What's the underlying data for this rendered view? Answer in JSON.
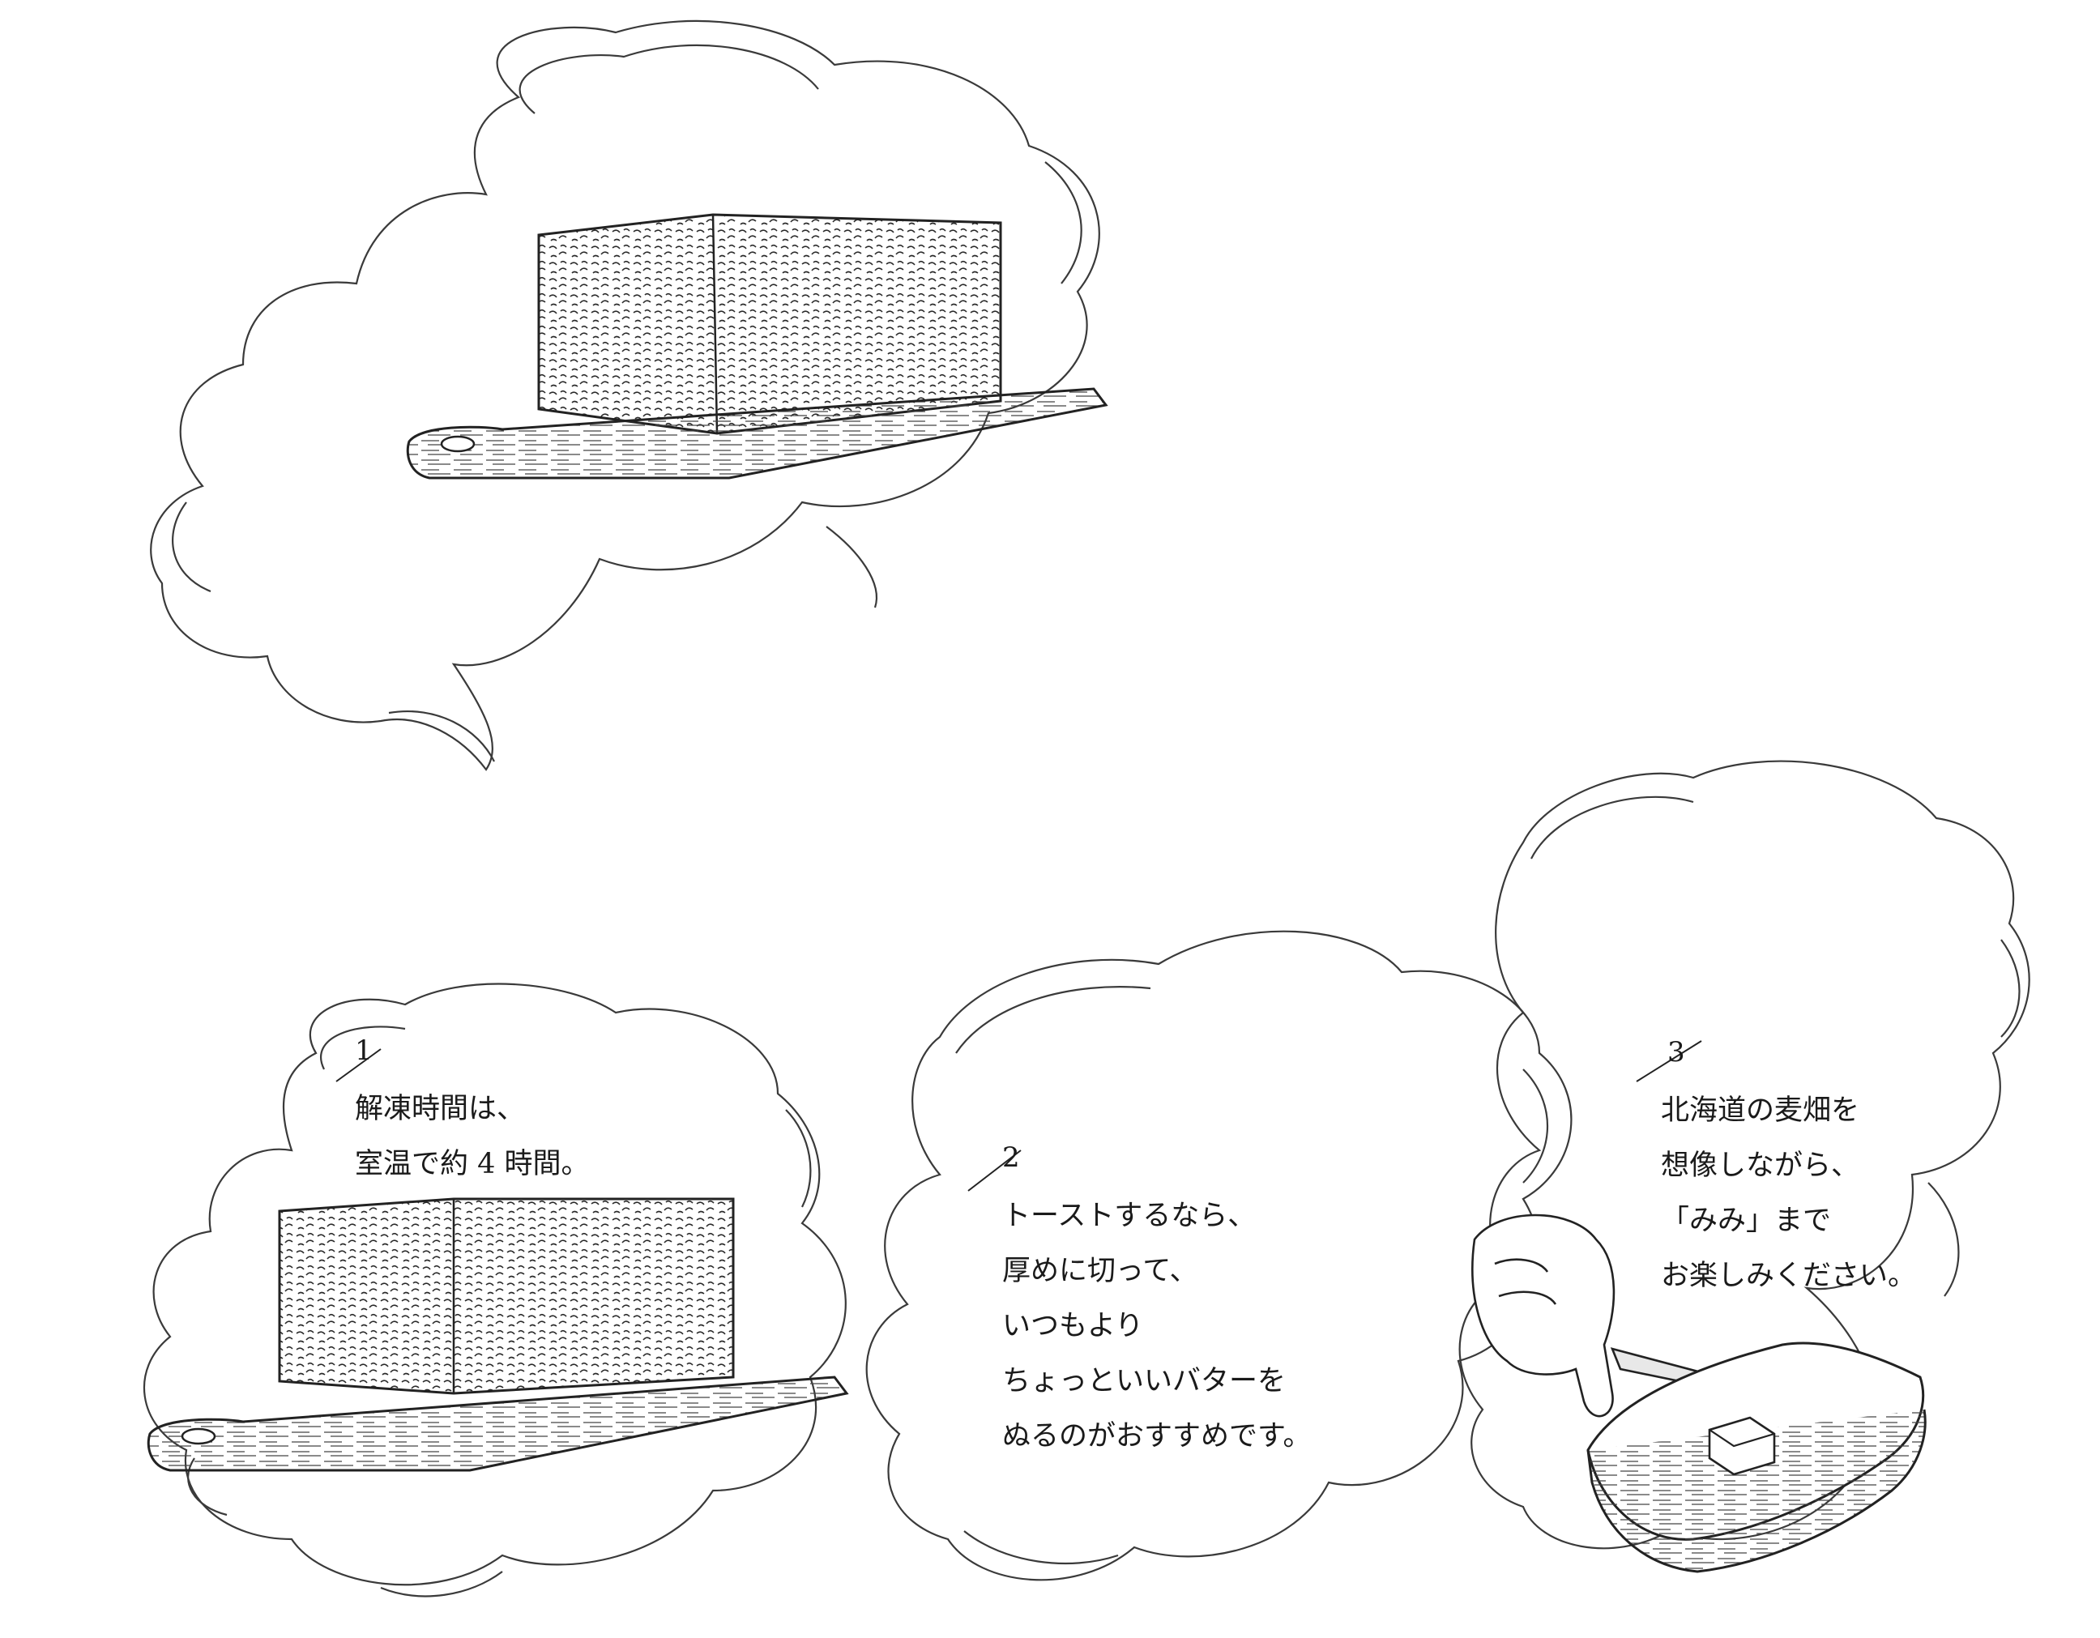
{
  "steps": [
    {
      "number": "1",
      "lines": [
        "解凍時間は、",
        "室温で約 4 時間。"
      ]
    },
    {
      "number": "2",
      "lines": [
        "トーストするなら、",
        "厚めに切って、",
        "いつもより",
        "ちょっといいバターを",
        "ぬるのがおすすめです。"
      ]
    },
    {
      "number": "3",
      "lines": [
        "北海道の麦畑を",
        "想像しながら、",
        "「みみ」まで",
        "お楽しみください。"
      ]
    }
  ],
  "colors": {
    "background": "#ffffff",
    "ink": "#1a1a1a",
    "line": "#3a3a3a"
  },
  "icons": [
    "bread-loaf-icon",
    "cutting-board-icon",
    "steam-cloud-icon",
    "toast-slice-icon",
    "butter-cube-icon",
    "hand-with-knife-icon"
  ]
}
